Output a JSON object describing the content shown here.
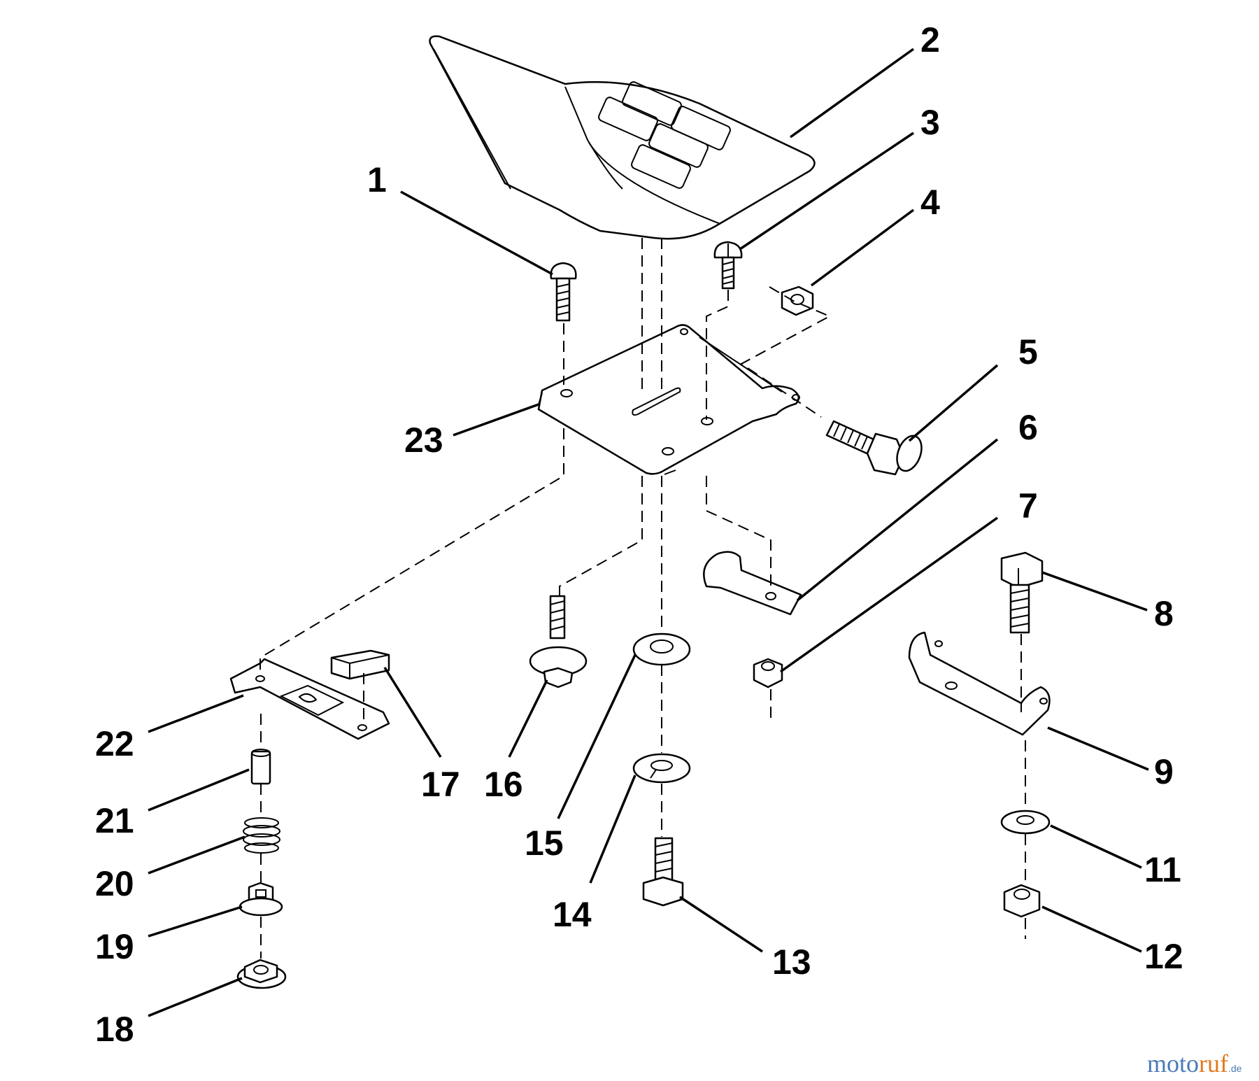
{
  "callouts": {
    "c1": "1",
    "c2": "2",
    "c3": "3",
    "c4": "4",
    "c5": "5",
    "c6": "6",
    "c7": "7",
    "c8": "8",
    "c9": "9",
    "c11": "11",
    "c12": "12",
    "c13": "13",
    "c14": "14",
    "c15": "15",
    "c16": "16",
    "c17": "17",
    "c18": "18",
    "c19": "19",
    "c20": "20",
    "c21": "21",
    "c22": "22",
    "c23": "23"
  },
  "watermark": {
    "part1": "moto",
    "part2": "ruf",
    "part3": ".de"
  },
  "colors": {
    "line": "#000000",
    "background": "#ffffff",
    "brand_blue": "#4a7bb8",
    "brand_orange": "#e07a1f"
  }
}
